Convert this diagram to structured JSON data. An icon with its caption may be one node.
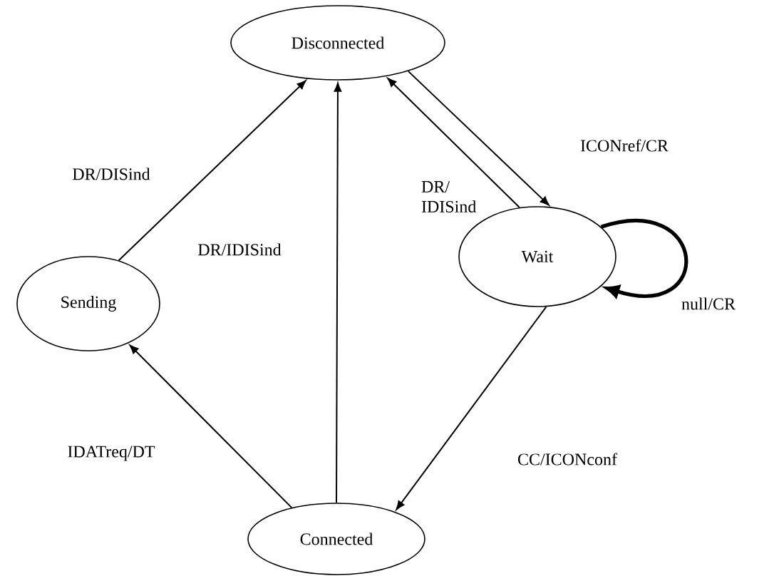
{
  "diagram": {
    "nodes": [
      {
        "text": [
          "Disconnected"
        ]
      },
      {
        "text": [
          "Sending"
        ]
      },
      {
        "text": [
          "Wait"
        ]
      },
      {
        "text": [
          "Connected"
        ]
      }
    ],
    "edges": [
      {
        "from": 1,
        "to": 0,
        "arrow": "to",
        "label": "DR/DISind"
      },
      {
        "from": 3,
        "to": 0,
        "arrow": "to",
        "label": "DR/IDISind"
      },
      {
        "from": 0,
        "to": 2,
        "arrow": "to",
        "label": "ICONref/CR"
      },
      {
        "from": 2,
        "to": 0,
        "arrow": "to",
        "label": "DR/ IDISind"
      },
      {
        "from": 2,
        "to": 2,
        "arrow": "to",
        "label": "null/CR",
        "style": "thick"
      },
      {
        "from": 2,
        "to": 3,
        "arrow": "to",
        "label": "CC/ICONconf"
      },
      {
        "from": 3,
        "to": 1,
        "arrow": "to",
        "label": "IDATreq/DT"
      }
    ]
  }
}
